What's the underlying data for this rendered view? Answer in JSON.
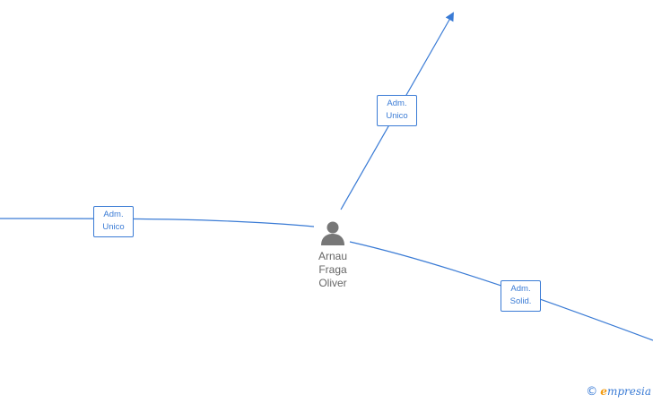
{
  "person": {
    "name_lines": [
      "Arnau",
      "Fraga",
      "Oliver"
    ]
  },
  "roles": [
    {
      "line1": "Adm.",
      "line2": "Unico"
    },
    {
      "line1": "Adm.",
      "line2": "Unico"
    },
    {
      "line1": "Adm.",
      "line2": "Solid."
    }
  ],
  "branding": {
    "copyright_symbol": "©",
    "initial": "e",
    "rest": "mpresia"
  },
  "colors": {
    "edge": "#3a7bd5",
    "person_icon": "#777777",
    "brand_accent": "#f39c12"
  }
}
